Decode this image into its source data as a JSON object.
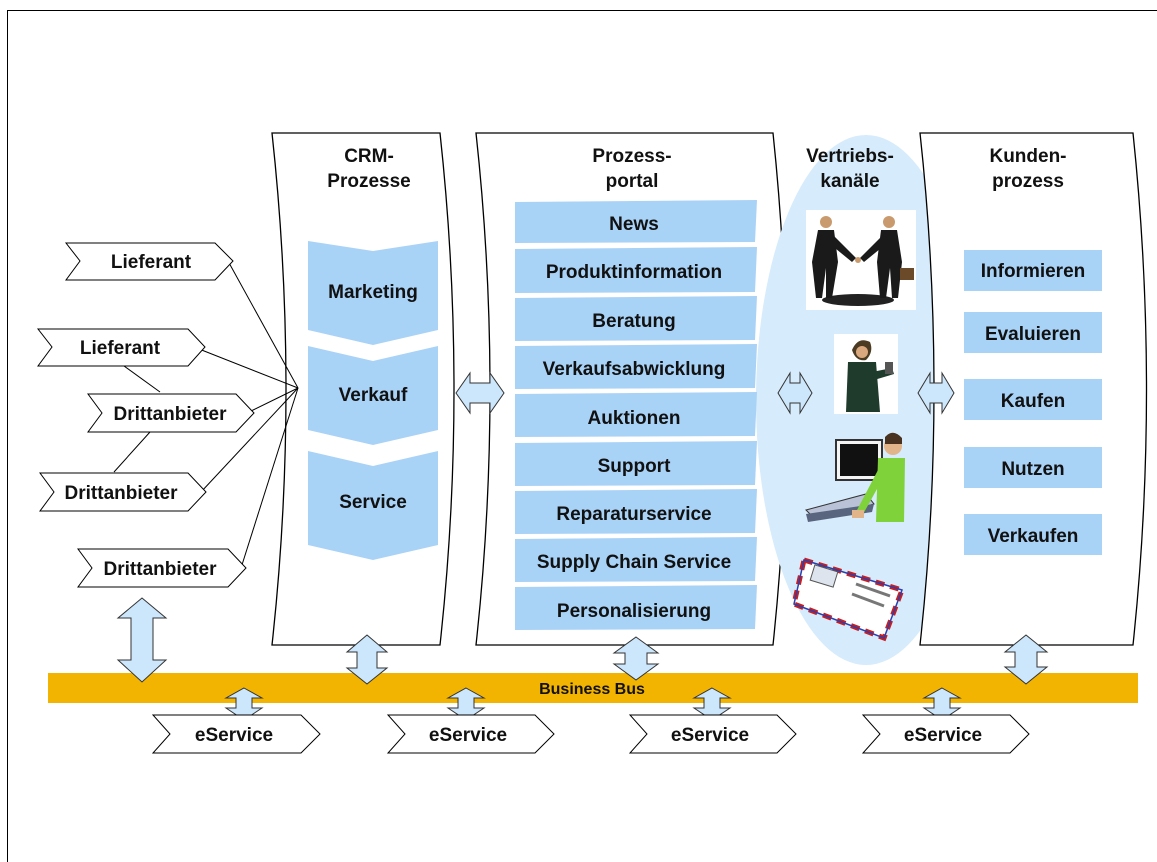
{
  "colors": {
    "box_fill": "#a9d2f7",
    "arrow_fill": "#cce6fb",
    "oval_fill": "#d6ebfb",
    "bus_fill": "#f2b400",
    "frame": "#000000"
  },
  "columns": {
    "crm_title_1": "CRM-",
    "crm_title_2": "Prozesse",
    "portal_title_1": "Prozess-",
    "portal_title_2": "portal",
    "channels_title_1": "Vertriebs-",
    "channels_title_2": "kanäle",
    "customer_title_1": "Kunden-",
    "customer_title_2": "prozess"
  },
  "crm_processes": [
    "Marketing",
    "Verkauf",
    "Service"
  ],
  "portal_items": [
    "News",
    "Produktinformation",
    "Beratung",
    "Verkaufsabwicklung",
    "Auktionen",
    "Support",
    "Reparaturservice",
    "Supply Chain Service",
    "Personalisierung"
  ],
  "customer_process": [
    "Informieren",
    "Evaluieren",
    "Kaufen",
    "Nutzen",
    "Verkaufen"
  ],
  "partners": [
    "Lieferant",
    "Lieferant",
    "Drittanbieter",
    "Drittanbieter",
    "Drittanbieter"
  ],
  "channel_icons": [
    "handshake-icon",
    "phone-person-icon",
    "computer-user-icon",
    "letter-icon"
  ],
  "bus_label": "Business Bus",
  "eservices": [
    "eService",
    "eService",
    "eService",
    "eService"
  ]
}
